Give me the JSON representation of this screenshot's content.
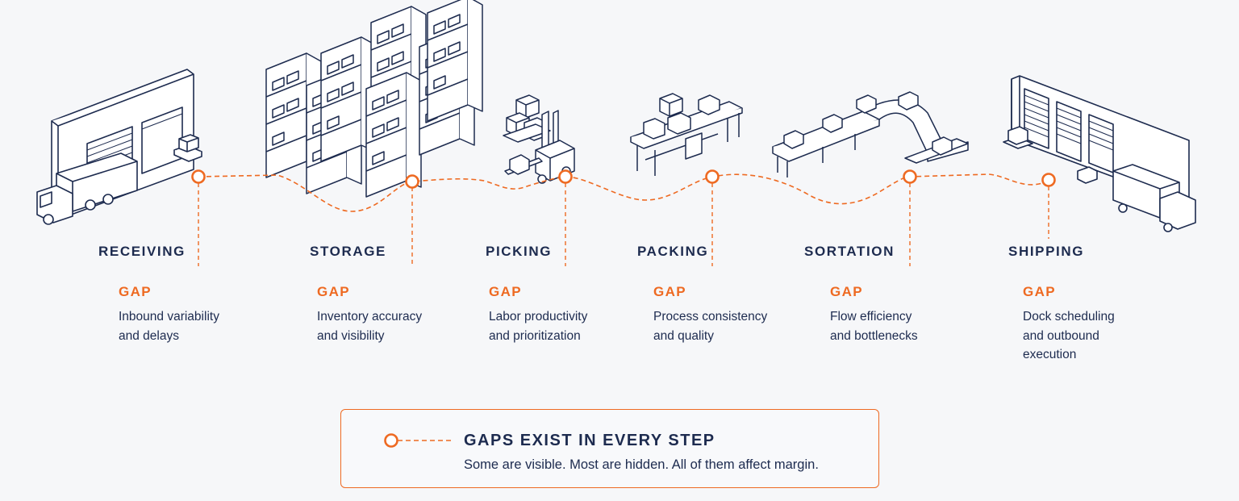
{
  "colors": {
    "navy": "#1d2b4f",
    "accent": "#ee6a22",
    "background": "#f6f7f9"
  },
  "stages": [
    {
      "name": "RECEIVING",
      "gap_label": "GAP",
      "gap_lines": [
        "Inbound variability",
        "and delays"
      ],
      "illustration": "truck-dock-illustration"
    },
    {
      "name": "STORAGE",
      "gap_label": "GAP",
      "gap_lines": [
        "Inventory accuracy",
        "and visibility"
      ],
      "illustration": "shelving-racks-illustration"
    },
    {
      "name": "PICKING",
      "gap_label": "GAP",
      "gap_lines": [
        "Labor productivity",
        "and prioritization"
      ],
      "illustration": "forklift-illustration"
    },
    {
      "name": "PACKING",
      "gap_label": "GAP",
      "gap_lines": [
        "Process consistency",
        "and quality"
      ],
      "illustration": "packing-table-illustration"
    },
    {
      "name": "SORTATION",
      "gap_label": "GAP",
      "gap_lines": [
        "Flow efficiency",
        "and bottlenecks"
      ],
      "illustration": "conveyor-illustration"
    },
    {
      "name": "SHIPPING",
      "gap_label": "GAP",
      "gap_lines": [
        "Dock scheduling",
        "and outbound",
        "execution"
      ],
      "illustration": "shipping-dock-illustration"
    }
  ],
  "callout": {
    "title": "GAPS EXIST IN EVERY STEP",
    "text": "Some are visible. Most are hidden. All of them affect margin.",
    "icon": "gap-marker-icon"
  }
}
